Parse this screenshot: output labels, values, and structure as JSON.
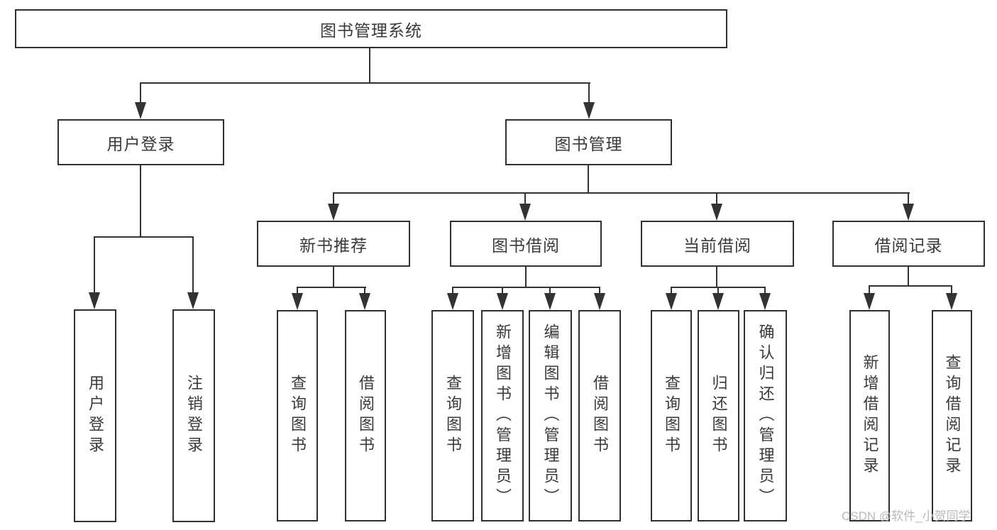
{
  "diagram": {
    "root": {
      "label": "图书管理系统"
    },
    "branches": [
      {
        "label": "用户登录",
        "children": [
          {
            "label": "用户登录"
          },
          {
            "label": "注销登录"
          }
        ]
      },
      {
        "label": "图书管理",
        "children": [
          {
            "label": "新书推荐",
            "children": [
              {
                "label": "查询图书"
              },
              {
                "label": "借阅图书"
              }
            ]
          },
          {
            "label": "图书借阅",
            "children": [
              {
                "label": "查询图书"
              },
              {
                "label": "新增图书（管理员）"
              },
              {
                "label": "编辑图书（管理员）"
              },
              {
                "label": "借阅图书"
              }
            ]
          },
          {
            "label": "当前借阅",
            "children": [
              {
                "label": "查询图书"
              },
              {
                "label": "归还图书"
              },
              {
                "label": "确认归还（管理员）"
              }
            ]
          },
          {
            "label": "借阅记录",
            "children": [
              {
                "label": "新增借阅记录"
              },
              {
                "label": "查询借阅记录"
              }
            ]
          }
        ]
      }
    ]
  },
  "watermark": {
    "text": "CSDN @软件_小贺同学"
  },
  "colors": {
    "line": "#333333",
    "border": "#2f2f2f",
    "text": "#3a3a3a",
    "watermark": "#b9b9b9",
    "background": "#ffffff"
  }
}
